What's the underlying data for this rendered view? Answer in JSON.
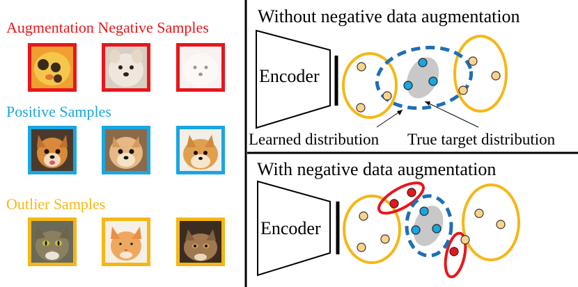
{
  "left_panel": {
    "augmentation": {
      "title": "Augmentation Negative Samples",
      "color": "#e8161b",
      "thumbs": [
        "blurred-dog-icon",
        "dog-icon",
        "faded-dog-icon"
      ]
    },
    "positive": {
      "title": "Positive Samples",
      "color": "#1aa6e0",
      "thumbs": [
        "dog-icon",
        "dog-icon",
        "dog-icon"
      ]
    },
    "outlier": {
      "title": "Outlier Samples",
      "color": "#f5b715",
      "thumbs": [
        "cat-icon",
        "cat-icon",
        "cat-icon"
      ]
    }
  },
  "top_panel": {
    "title": "Without negative data augmentation",
    "encoder_label": "Encoder",
    "learned_label": "Learned distribution",
    "true_label": "True target distribution"
  },
  "bottom_panel": {
    "title": "With negative data augmentation",
    "encoder_label": "Encoder"
  },
  "colors": {
    "outlier_ellipse": "#f5b715",
    "outlier_point": "#fbd38c",
    "positive_point": "#1aa6e0",
    "target_blob": "#c8c8c8",
    "learned_dashed": "#1f6fb4",
    "negative_ellipse": "#e8161b",
    "negative_point": "#e8161b"
  }
}
